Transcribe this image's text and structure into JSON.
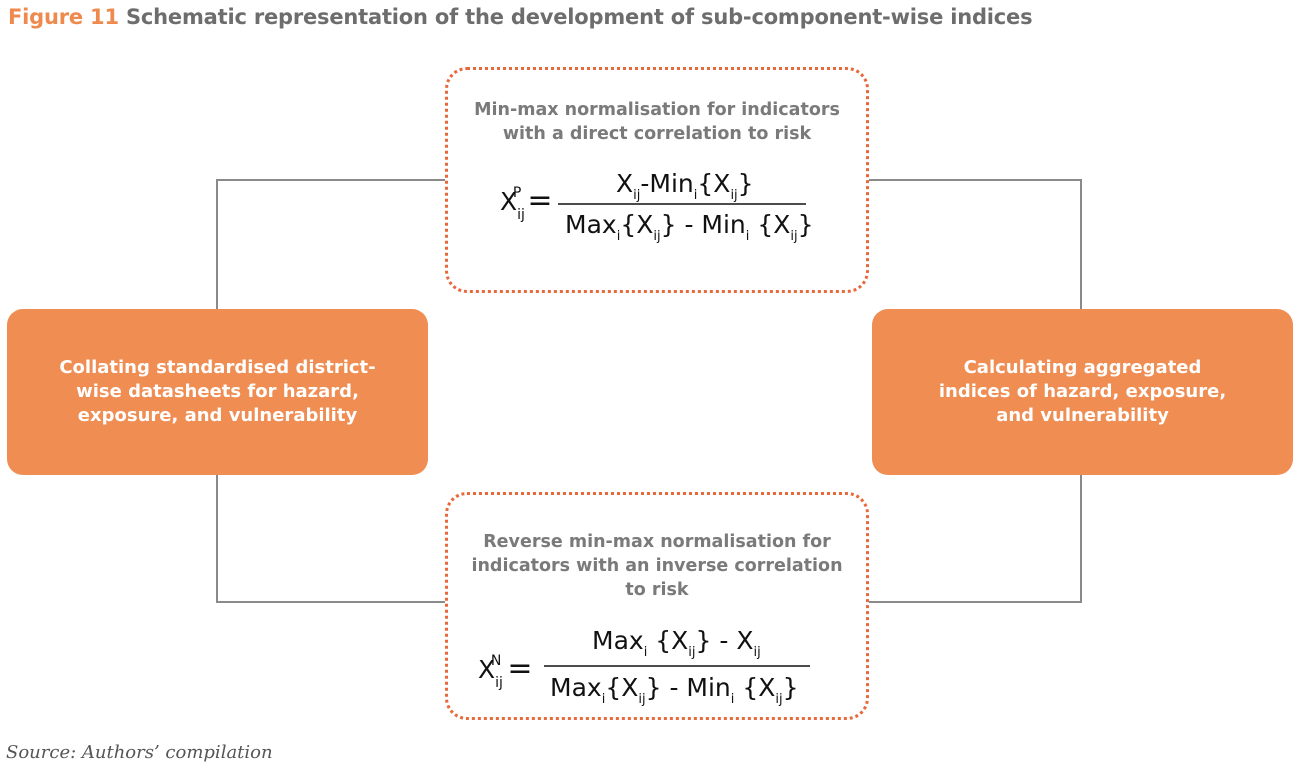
{
  "figure": {
    "label": "Figure 11",
    "title": "Schematic representation of the development of sub-component-wise indices"
  },
  "left_box": {
    "text": "Collating standardised district-wise datasheets for hazard, exposure, and vulnerability"
  },
  "right_box": {
    "text": "Calculating aggregated indices of hazard, exposure, and vulnerability"
  },
  "top_box": {
    "heading_line1": "Min-max normalisation for indicators",
    "heading_line2": "with a direct correlation to risk",
    "formula": "X_ij^P = (X_ij - Min_i {X_ij}) / (Max_i {X_ij} - Min_i {X_ij})"
  },
  "bottom_box": {
    "heading_line1": "Reverse min-max normalisation for",
    "heading_line2": "indicators with an inverse correlation",
    "heading_line3": "to risk",
    "formula": "X_ij^N = (Max_i {X_ij} - X_ij) / (Max_i {X_ij} - Min_i {X_ij})"
  },
  "source": "Source: Authors’ compilation",
  "colors": {
    "orange_fill": "#ef8d52",
    "dotted_border": "#e8683b",
    "connector": "#8a8a8a",
    "title_label": "#ef8a4f"
  }
}
